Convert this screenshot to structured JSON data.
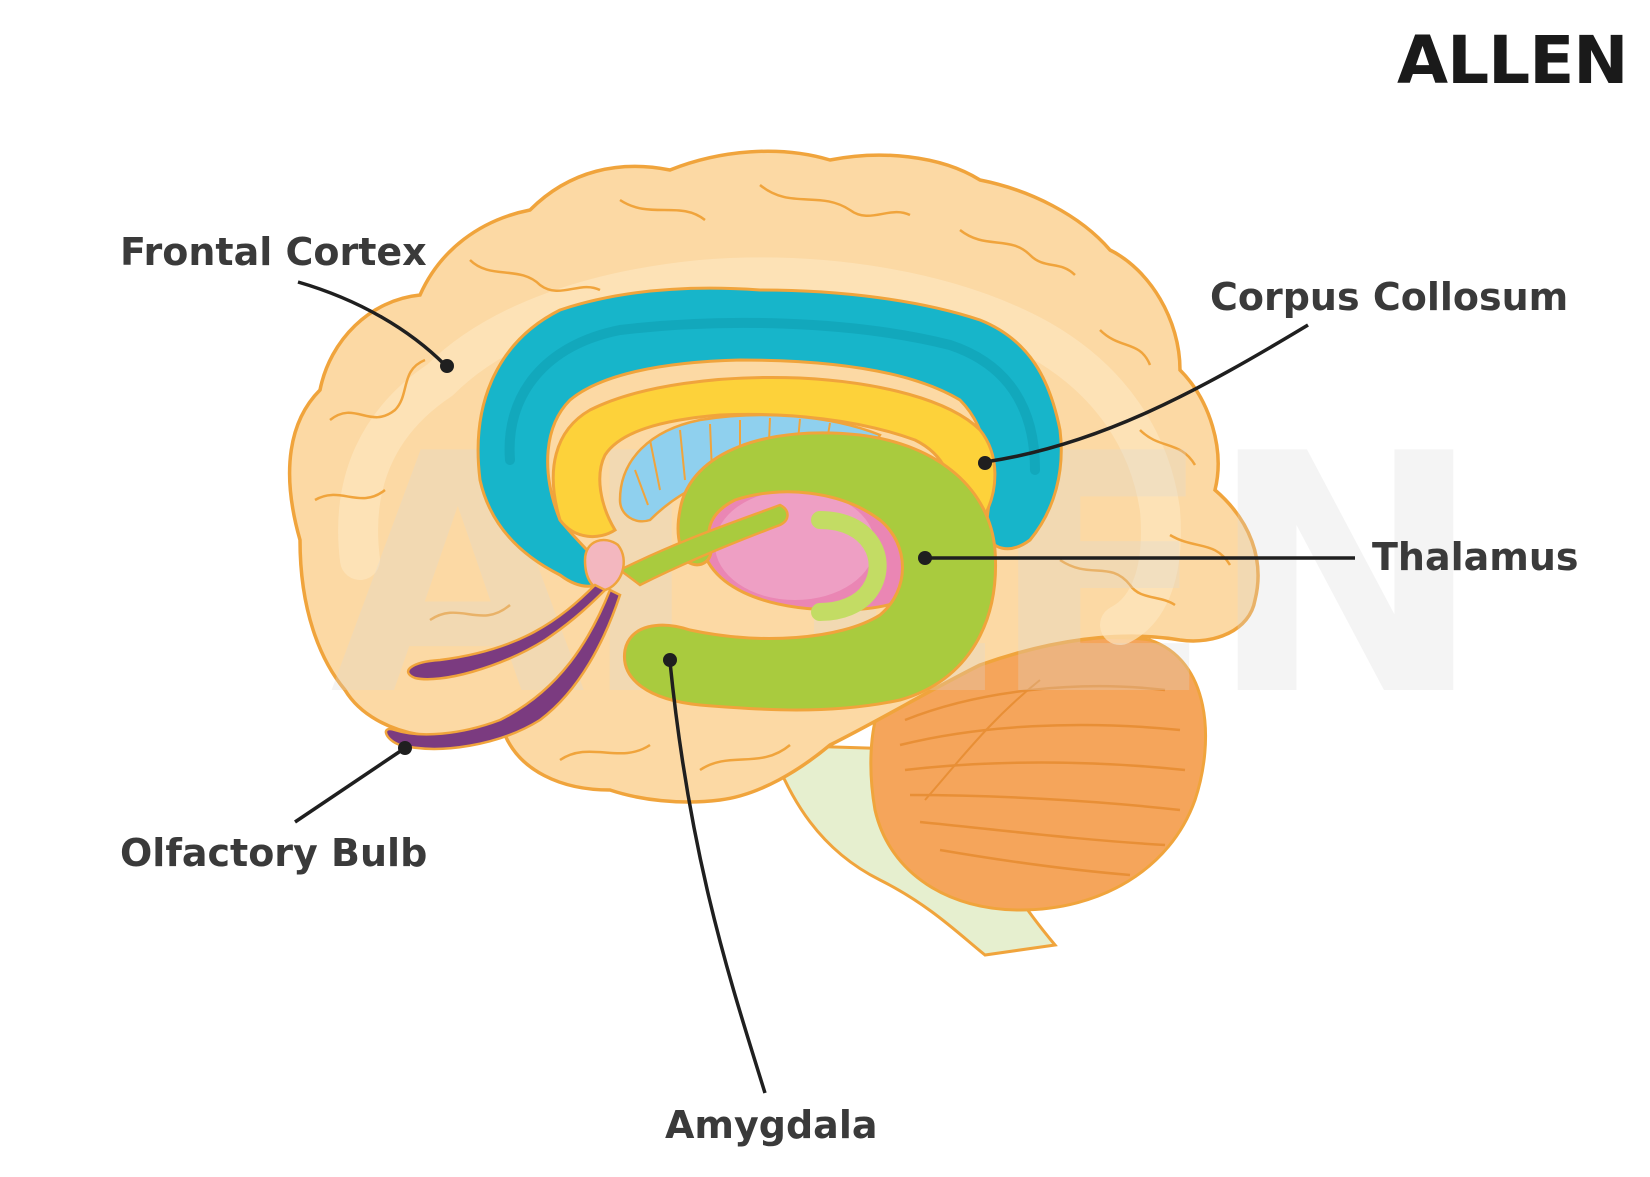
{
  "brand": {
    "logo_text": "ALLEN",
    "watermark_text": "ALLEN"
  },
  "colors": {
    "label_text": "#3a3a3a",
    "cortex_fill": "#fcd9a4",
    "cortex_outline": "#f0a43c",
    "corpus_callosum_blue": "#17b5ca",
    "fornix_yellow": "#fdd23a",
    "thalamus_pink": "#ea86b4",
    "limbic_green": "#a9cb3e",
    "ventricle_light_blue": "#8fd0ee",
    "olfactory_purple": "#7b3b80",
    "cerebellum_orange": "#f5a55b",
    "brainstem_green": "#e6efcf",
    "pointer": "#1f1f1f"
  },
  "labels": {
    "frontal_cortex": "Frontal Cortex",
    "corpus_collosum": "Corpus Collosum",
    "thalamus": "Thalamus",
    "olfactory_bulb": "Olfactory Bulb",
    "amygdala": "Amygdala"
  }
}
